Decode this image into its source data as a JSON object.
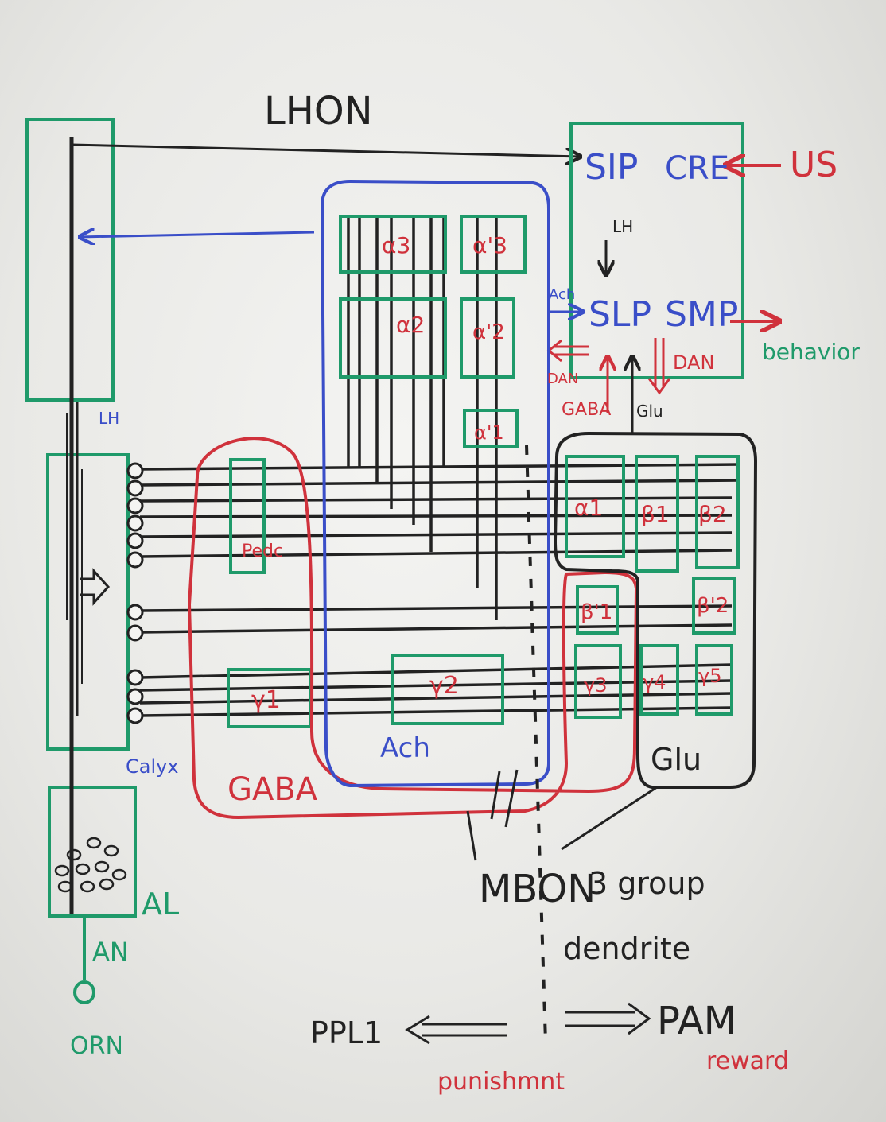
{
  "labels": {
    "lhon": "LHON",
    "sip": "SIP",
    "cre": "CRE",
    "us": "US",
    "lh_top": "LH",
    "ach_arrow": "Ach",
    "slp": "SLP",
    "smp": "SMP",
    "behavior": "behavior",
    "dan_left": "DAN",
    "dan_right": "DAN",
    "gaba_small": "GABA",
    "glu_small": "Glu",
    "lh_box": "LH",
    "calyx": "Calyx",
    "gaba_big": "GABA",
    "ach_big": "Ach",
    "glu_big": "Glu",
    "al": "AL",
    "an": "AN",
    "orn": "ORN",
    "mbon": "MBON",
    "group": "3 group",
    "dendrite": "dendrite",
    "ppl1": "PPL1",
    "pam": "PAM",
    "punishment": "punishmnt",
    "reward": "reward"
  },
  "compartments": {
    "a3": "α3",
    "a3p": "α'3",
    "a2": "α2",
    "a2p": "α'2",
    "a1p": "α'1",
    "a1": "α1",
    "b1": "β1",
    "b2": "β2",
    "b1p": "β'1",
    "b2p": "β'2",
    "pedc": "Pedc",
    "g1": "γ1",
    "g2": "γ2",
    "g3": "γ3",
    "g4": "γ4",
    "g5": "γ5"
  },
  "colors": {
    "black": "#222222",
    "red": "#d0323c",
    "blue": "#3a4ec8",
    "green": "#1f9a6a"
  }
}
